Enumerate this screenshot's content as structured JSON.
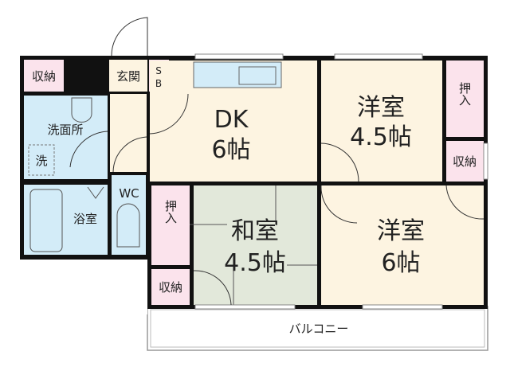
{
  "rooms": {
    "storage_top_left": "収納",
    "entrance": "玄関",
    "shoe_box_1": "S",
    "shoe_box_2": "B",
    "washroom": "洗面所",
    "washer": "洗",
    "bathroom": "浴室",
    "toilet": "WC",
    "dk_name": "DK",
    "dk_size": "6帖",
    "western_a_name": "洋室",
    "western_a_size": "4.5帖",
    "closet_right": "押入",
    "storage_right": "収納",
    "closet_left": "押入",
    "storage_bottom": "収納",
    "japanese_name": "和室",
    "japanese_size": "4.5帖",
    "western_b_name": "洋室",
    "western_b_size": "6帖",
    "balcony": "バルコニー"
  },
  "colors": {
    "cream": "#fdf4e1",
    "blue": "#d3ecf8",
    "pink": "#fbe3ec",
    "green": "#e2e8da",
    "wall": "#111111"
  }
}
